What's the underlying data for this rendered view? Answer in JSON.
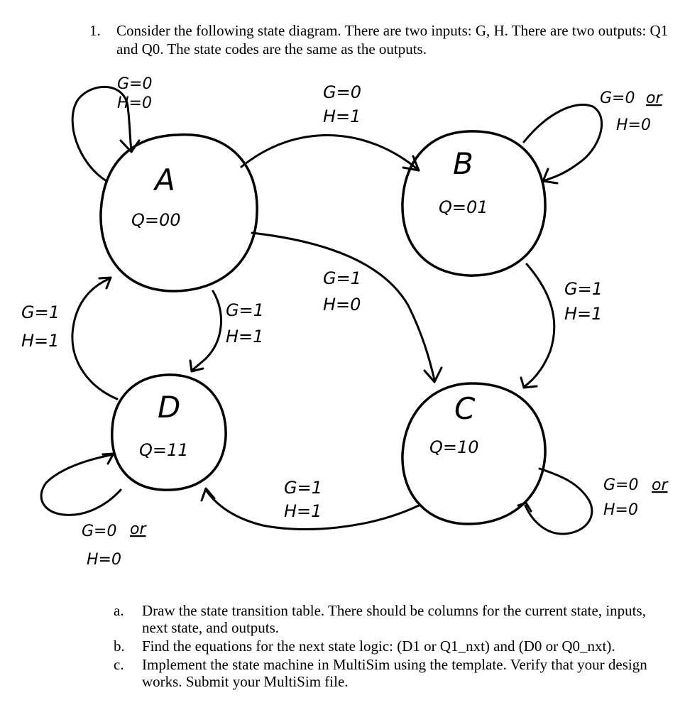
{
  "problem": {
    "number": "1.",
    "text": "Consider the following state diagram.  There are two inputs: G, H.  There are two outputs: Q1 and Q0.  The state codes are the same as the outputs."
  },
  "diagram": {
    "states": [
      {
        "name": "A",
        "output": "Q=00"
      },
      {
        "name": "B",
        "output": "Q=01"
      },
      {
        "name": "C",
        "output": "Q=10"
      },
      {
        "name": "D",
        "output": "Q=11"
      }
    ],
    "transitions": [
      {
        "from": "A",
        "to": "A",
        "label_g": "G=0",
        "label_h": "H=0"
      },
      {
        "from": "A",
        "to": "B",
        "label_g": "G=0",
        "label_h": "H=1"
      },
      {
        "from": "B",
        "to": "B",
        "label_g": "G=0",
        "label_or": "or",
        "label_h": "H=0"
      },
      {
        "from": "A",
        "to": "C",
        "label_g": "G=1",
        "label_h": "H=0"
      },
      {
        "from": "B",
        "to": "C",
        "label_g": "G=1",
        "label_h": "H=1"
      },
      {
        "from": "D",
        "to": "A",
        "label_g": "G=1",
        "label_h": "H=1"
      },
      {
        "from": "A",
        "to": "D",
        "label_g": "G=1",
        "label_h": "H=1"
      },
      {
        "from": "C",
        "to": "D",
        "label_g": "G=1",
        "label_h": "H=1"
      },
      {
        "from": "C",
        "to": "C",
        "label_g": "G=0",
        "label_or": "or",
        "label_h": "H=0"
      },
      {
        "from": "D",
        "to": "D",
        "label_g": "G=0",
        "label_or": "or",
        "label_h": "H=0"
      }
    ]
  },
  "parts": [
    {
      "label": "a.",
      "text": "Draw the state transition table.  There should be columns for the current state, inputs, next state, and outputs."
    },
    {
      "label": "b.",
      "text": "Find the equations for the next state logic:  (D1 or Q1_nxt) and (D0 or Q0_nxt)."
    },
    {
      "label": "c.",
      "text": "Implement the state machine in MultiSim using the template.  Verify that your design works.  Submit your MultiSim file."
    }
  ]
}
